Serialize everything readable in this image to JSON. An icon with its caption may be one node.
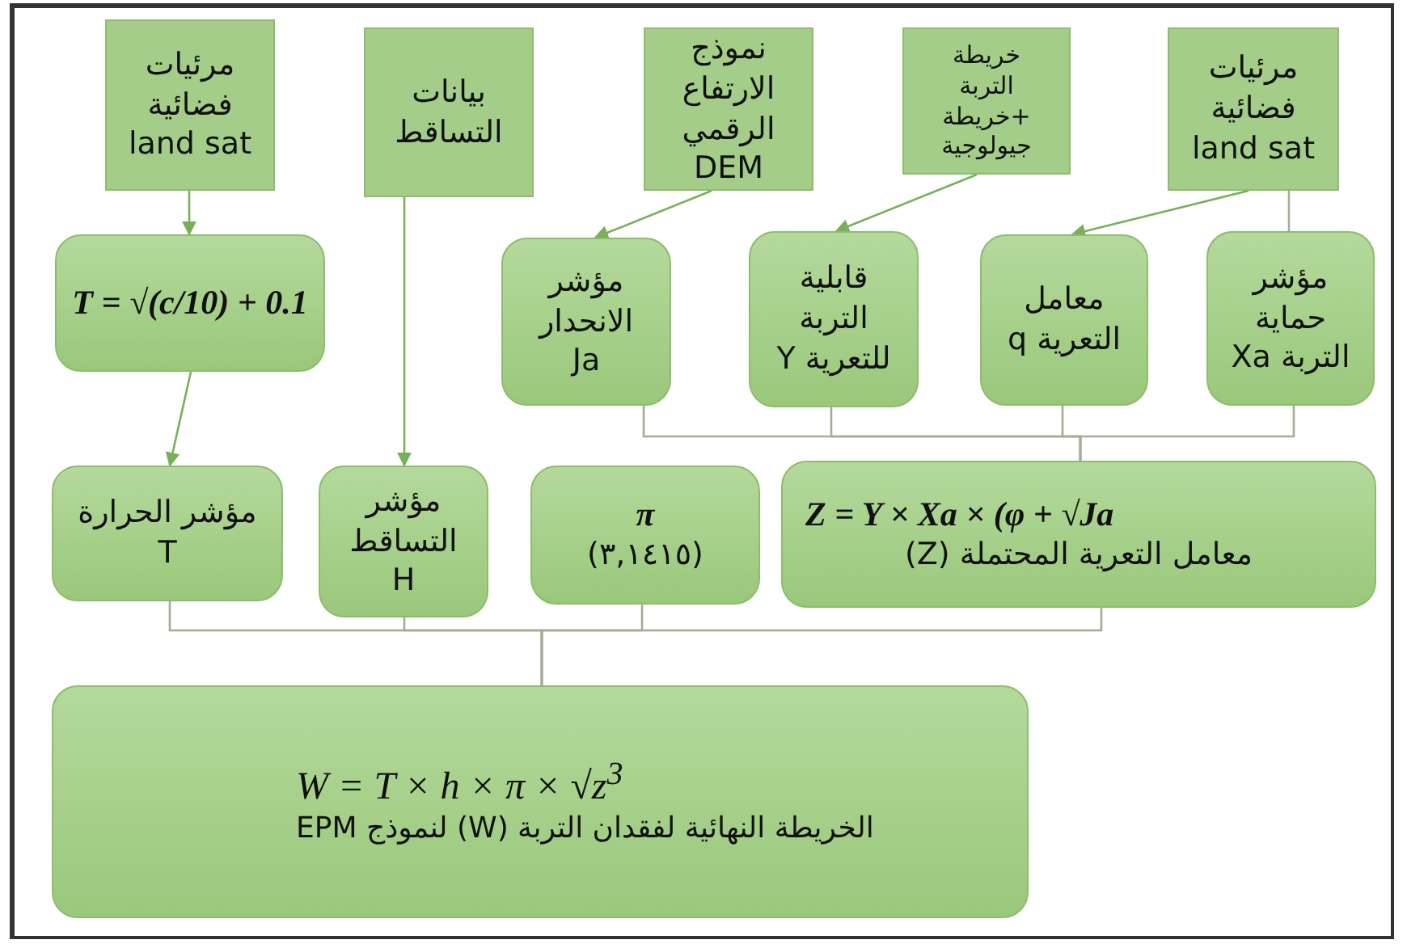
{
  "diagram": {
    "nodes": [
      {
        "text": [
          "مرئيات فضائية land sat"
        ]
      },
      {
        "text": [
          "بيانات التساقط"
        ]
      },
      {
        "text": [
          "نموذج الارتفاع الرقمي DEM"
        ]
      },
      {
        "text": [
          "خريطة التربة +خريطة جيولوجية"
        ]
      },
      {
        "text": [
          "مرئيات فضائية land sat"
        ]
      },
      {
        "text": [
          "T = √(c/10) + 0.1"
        ]
      },
      {
        "text": [
          "مؤشر الانحدار Ja"
        ]
      },
      {
        "text": [
          "قابلية التربة للتعرية Y"
        ]
      },
      {
        "text": [
          "معامل التعرية q"
        ]
      },
      {
        "text": [
          "مؤشر حماية التربة Xa"
        ]
      },
      {
        "text": [
          "مؤشر الحرارة T"
        ]
      },
      {
        "text": [
          "مؤشر التساقط H"
        ]
      },
      {
        "text": [
          "π",
          "(٣,١٤١٥)"
        ]
      },
      {
        "text": [
          "Z = Y × Xa × (φ + √Ja",
          "معامل التعرية المحتملة (Z)"
        ]
      },
      {
        "text": [
          "W = T × h × π × √z$^{3}$",
          "الخريطة النهائية لفقدان التربة (W) لنموذج EPM"
        ]
      }
    ],
    "edges": [
      {
        "from": 0,
        "to": 5,
        "arrow": "to",
        "color": "#78b05a"
      },
      {
        "from": 5,
        "to": 10,
        "arrow": "to",
        "color": "#78b05a"
      },
      {
        "from": 1,
        "to": 11,
        "arrow": "to",
        "color": "#78b05a"
      },
      {
        "from": 2,
        "to": 6,
        "arrow": "to",
        "color": "#78b05a"
      },
      {
        "from": 3,
        "to": 7,
        "arrow": "to",
        "color": "#78b05a"
      },
      {
        "from": 4,
        "to": 8,
        "arrow": "to",
        "color": "#78b05a"
      },
      {
        "from": 4,
        "to": 9,
        "arrow": "none"
      },
      {
        "from": 6,
        "to": 13,
        "arrow": "none"
      },
      {
        "from": 7,
        "to": 13,
        "arrow": "none"
      },
      {
        "from": 8,
        "to": 13,
        "arrow": "none"
      },
      {
        "from": 9,
        "to": 13,
        "arrow": "none"
      },
      {
        "from": 10,
        "to": 14,
        "arrow": "none"
      },
      {
        "from": 11,
        "to": 14,
        "arrow": "none"
      },
      {
        "from": 12,
        "to": 14,
        "arrow": "none"
      },
      {
        "from": 13,
        "to": 14,
        "arrow": "none"
      }
    ]
  }
}
